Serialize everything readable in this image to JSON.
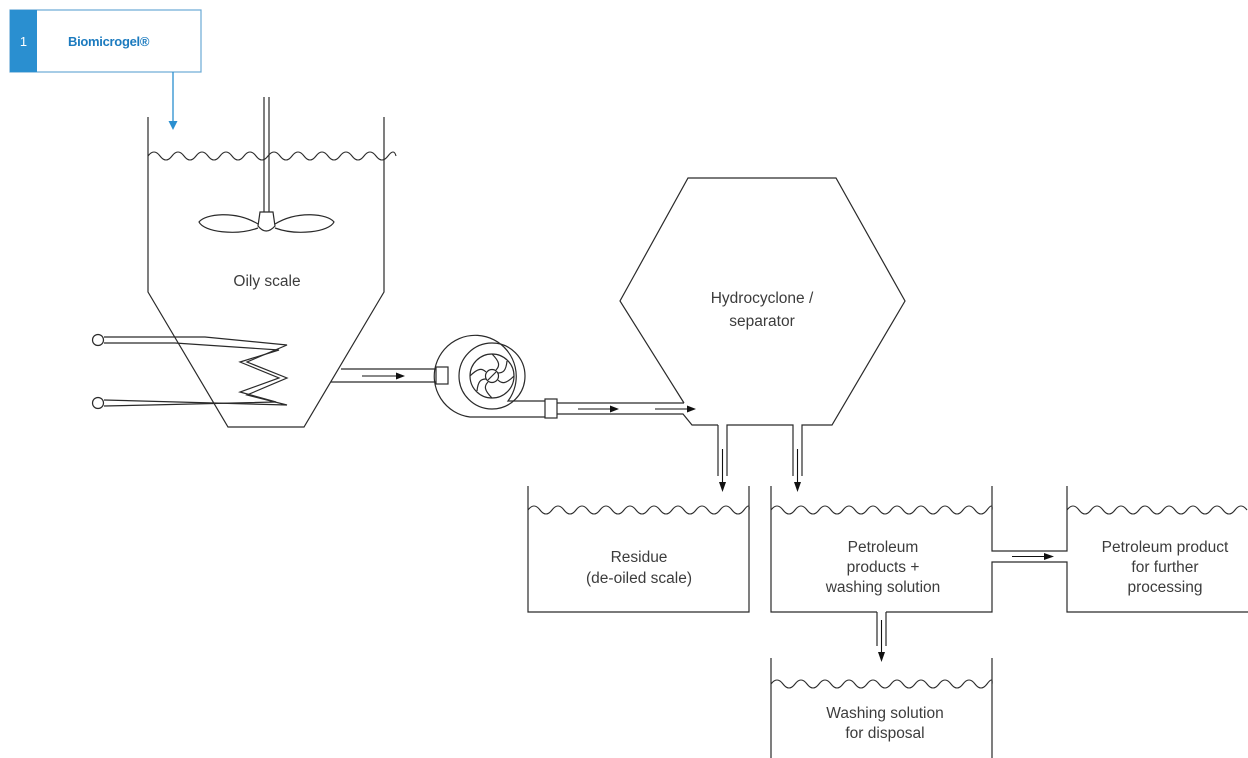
{
  "badge": {
    "number": "1",
    "label": "Biomicrogel®",
    "accent_color": "#2a8fd0",
    "border_color": "#6aa9d6"
  },
  "labels": {
    "mixing_tank": "Oily scale",
    "hydrocyclone_line1": "Hydrocyclone /",
    "hydrocyclone_line2": "separator",
    "residue_line1": "Residue",
    "residue_line2": "(de-oiled scale)",
    "petroleum_mix_line1": "Petroleum",
    "petroleum_mix_line2": "products +",
    "petroleum_mix_line3": "washing solution",
    "petroleum_product_line1": "Petroleum product",
    "petroleum_product_line2": "for further",
    "petroleum_product_line3": "processing",
    "washing_disposal_line1": "Washing solution",
    "washing_disposal_line2": "for disposal"
  },
  "icons": {
    "stirrer": "stirrer-icon",
    "heater": "heating-coil-icon",
    "pump": "centrifugal-pump-icon"
  }
}
